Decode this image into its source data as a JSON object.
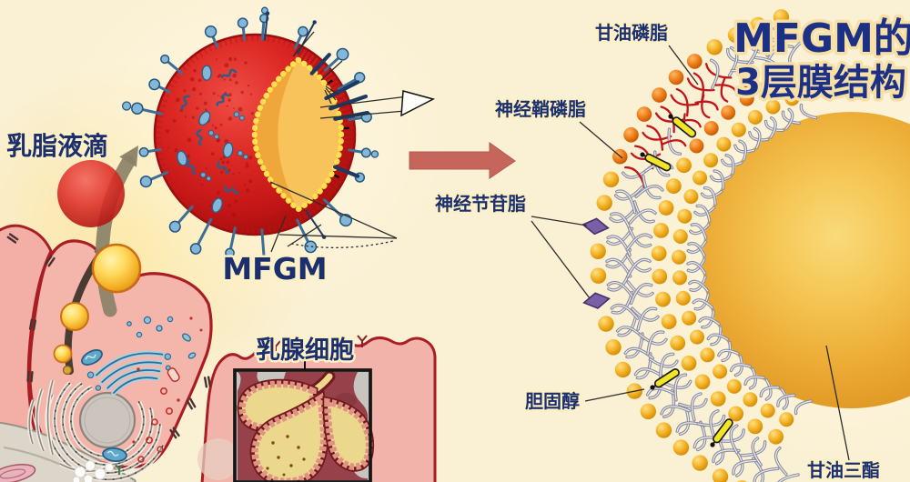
{
  "title": {
    "line1": "MFGM的",
    "line2": "3层膜结构"
  },
  "left_panel": {
    "droplet_label": "乳脂液滴",
    "globule_label": "MFGM",
    "cell_label": "乳腺细胞"
  },
  "membrane_labels": {
    "glycerophospholipid": "甘油磷脂",
    "sphingomyelin": "神经鞘磷脂",
    "ganglioside": "神经节苷脂",
    "cholesterol": "胆固醇",
    "triglyceride": "甘油三酯"
  },
  "colors": {
    "background": "#FAF0D4",
    "title_navy": "#1C3185",
    "label_navy": "#1B2F6E",
    "label_outline": "#FCF0C4",
    "arrow_salmon": "#C5655C",
    "globule_red": "#D82222",
    "core_orange": "#EFA63A",
    "tag_gold": "#EFB23C",
    "head_gold": "#F3B125",
    "head_orange": "#EE7D18",
    "tail_red": "#C2151A",
    "tail_gray": "#8B8C9C",
    "tail_light": "#EDEDF4",
    "ganglioside_purple": "#7A5FA8",
    "cholesterol_yellow": "#F2E523",
    "protein_blue": "#84B7D7",
    "protein_outline": "#26567E",
    "navy_rod": "#1C3A63",
    "dot_red": "#A80F0F",
    "cell_pink": "#F4B5AB",
    "cell_border_red": "#A81E23",
    "yellow_dots": "#FFE14F"
  }
}
